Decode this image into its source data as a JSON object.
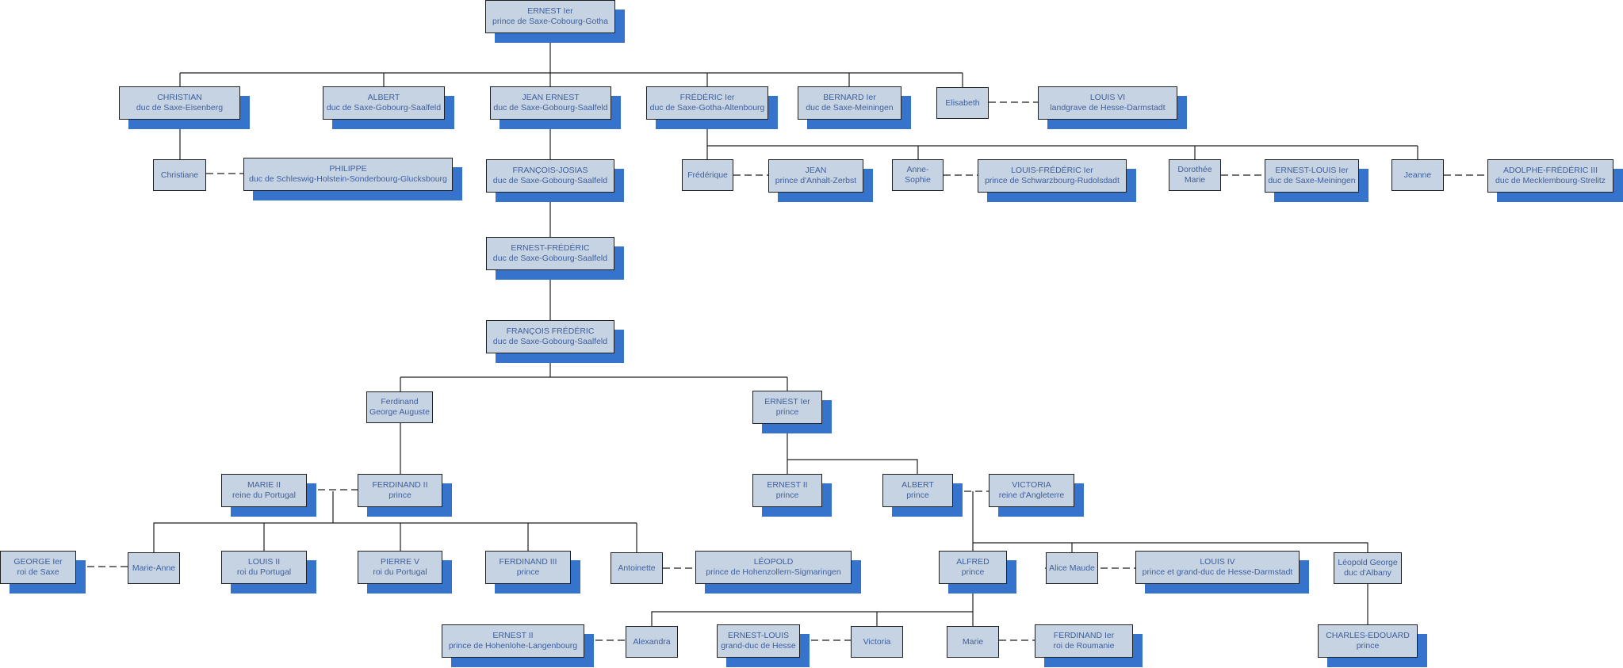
{
  "nodes": [
    {
      "id": "n_ernest1",
      "line1": "ERNEST Ier",
      "line2": "prince de Saxe-Cobourg-Gotha"
    },
    {
      "id": "n_christian",
      "line1": "CHRISTIAN",
      "line2": "duc de Saxe-Eisenberg"
    },
    {
      "id": "n_albert1",
      "line1": "ALBERT",
      "line2": "duc de Saxe-Gobourg-Saalfeld"
    },
    {
      "id": "n_jean_ernest",
      "line1": "JEAN ERNEST",
      "line2": "duc de Saxe-Gobourg-Saalfeld"
    },
    {
      "id": "n_frederic1",
      "line1": "FRÉDÉRIC  Ier",
      "line2": "duc de Saxe-Gotha-Altenbourg"
    },
    {
      "id": "n_bernard",
      "line1": "BERNARD Ier",
      "line2": "duc de Saxe-Meiningen"
    },
    {
      "id": "n_elisabeth",
      "line1": "Elisabeth",
      "line2": ""
    },
    {
      "id": "n_louis6",
      "line1": "LOUIS VI",
      "line2": "landgrave de Hesse-Darmstadt"
    },
    {
      "id": "n_christiane",
      "line1": "Christiane",
      "line2": ""
    },
    {
      "id": "n_philippe",
      "line1": "PHILIPPE",
      "line2": "duc de Schleswig-Holstein-Sonderbourg-Glucksbourg"
    },
    {
      "id": "n_francois_josias",
      "line1": "FRANÇOIS-JOSIAS",
      "line2": "duc de Saxe-Gobourg-Saalfeld"
    },
    {
      "id": "n_frederique",
      "line1": "Frédérique",
      "line2": ""
    },
    {
      "id": "n_jean",
      "line1": "JEAN",
      "line2": "prince d'Anhalt-Zerbst"
    },
    {
      "id": "n_anne_sophie",
      "line1": "Anne-",
      "line2": "Sophie"
    },
    {
      "id": "n_louis_frederic",
      "line1": "LOUIS-FRÉDÉRIC Ier",
      "line2": "prince de Schwarzbourg-Rudolsdadt"
    },
    {
      "id": "n_dorothee",
      "line1": "Dorothée",
      "line2": "Marie"
    },
    {
      "id": "n_ernest_louis1",
      "line1": "ERNEST-LOUIS Ier",
      "line2": "duc de Saxe-Meiningen"
    },
    {
      "id": "n_jeanne",
      "line1": "Jeanne",
      "line2": ""
    },
    {
      "id": "n_adolphe",
      "line1": "ADOLPHE-FRÉDÉRIC III",
      "line2": "duc de Mecklembourg-Strelitz"
    },
    {
      "id": "n_ernest_frederic",
      "line1": "ERNEST-FRÉDÉRIC",
      "line2": "duc de Saxe-Gobourg-Saalfeld"
    },
    {
      "id": "n_francois_frederic",
      "line1": "FRANÇOIS FRÉDÉRIC",
      "line2": "duc de Saxe-Gobourg-Saalfeld"
    },
    {
      "id": "n_ferdinand_george",
      "line1": "Ferdinand",
      "line2": "George Auguste"
    },
    {
      "id": "n_ernest1_prince",
      "line1": "ERNEST  Ier",
      "line2": "prince"
    },
    {
      "id": "n_marie2",
      "line1": "MARIE II",
      "line2": "reine du Portugal"
    },
    {
      "id": "n_ferdinand2",
      "line1": "FERDINAND II",
      "line2": "prince"
    },
    {
      "id": "n_ernest2_prince",
      "line1": "ERNEST II",
      "line2": "prince"
    },
    {
      "id": "n_albert_prince",
      "line1": "ALBERT",
      "line2": "prince"
    },
    {
      "id": "n_victoria_queen",
      "line1": "VICTORIA",
      "line2": "reine d'Angleterre"
    },
    {
      "id": "n_george1",
      "line1": "GEORGE Ier",
      "line2": "roi de Saxe"
    },
    {
      "id": "n_marie_anne",
      "line1": "Marie-Anne",
      "line2": ""
    },
    {
      "id": "n_louis2",
      "line1": "LOUIS II",
      "line2": "roi du Portugal"
    },
    {
      "id": "n_pierre5",
      "line1": "PIERRE V",
      "line2": "roi du Portugal"
    },
    {
      "id": "n_ferdinand3",
      "line1": "FERDINAND III",
      "line2": "prince"
    },
    {
      "id": "n_antoinette",
      "line1": "Antoinette",
      "line2": ""
    },
    {
      "id": "n_leopold",
      "line1": "LÉOPOLD",
      "line2": "prince de Hohenzollern-Sigmaringen"
    },
    {
      "id": "n_alfred",
      "line1": "ALFRED",
      "line2": "prince"
    },
    {
      "id": "n_alice",
      "line1": "Alice Maude",
      "line2": ""
    },
    {
      "id": "n_louis4",
      "line1": "LOUIS IV",
      "line2": "prince et grand-duc de Hesse-Darmstadt"
    },
    {
      "id": "n_leopold_george",
      "line1": "Léopold George",
      "line2": "duc d'Albany"
    },
    {
      "id": "n_ernest2_hohenlohe",
      "line1": "ERNEST II",
      "line2": "prince de Hohenlohe-Langenbourg"
    },
    {
      "id": "n_alexandra",
      "line1": "Alexandra",
      "line2": ""
    },
    {
      "id": "n_ernest_louis_hesse",
      "line1": "ERNEST-LOUIS",
      "line2": "grand-duc de Hesse"
    },
    {
      "id": "n_victoria2",
      "line1": "Victoria",
      "line2": ""
    },
    {
      "id": "n_marie_r",
      "line1": "Marie",
      "line2": ""
    },
    {
      "id": "n_ferdinand_roumanie",
      "line1": "FERDINAND  Ier",
      "line2": "roi de Roumanie"
    },
    {
      "id": "n_charles_edouard",
      "line1": "CHARLES-EDOUARD",
      "line2": "prince"
    }
  ],
  "colors": {
    "box_fill": "#c6d3e3",
    "box_border": "#1f1f1f",
    "shadow": "#3673cc",
    "text": "#3f5f9c",
    "line": "#1f1f1f"
  }
}
